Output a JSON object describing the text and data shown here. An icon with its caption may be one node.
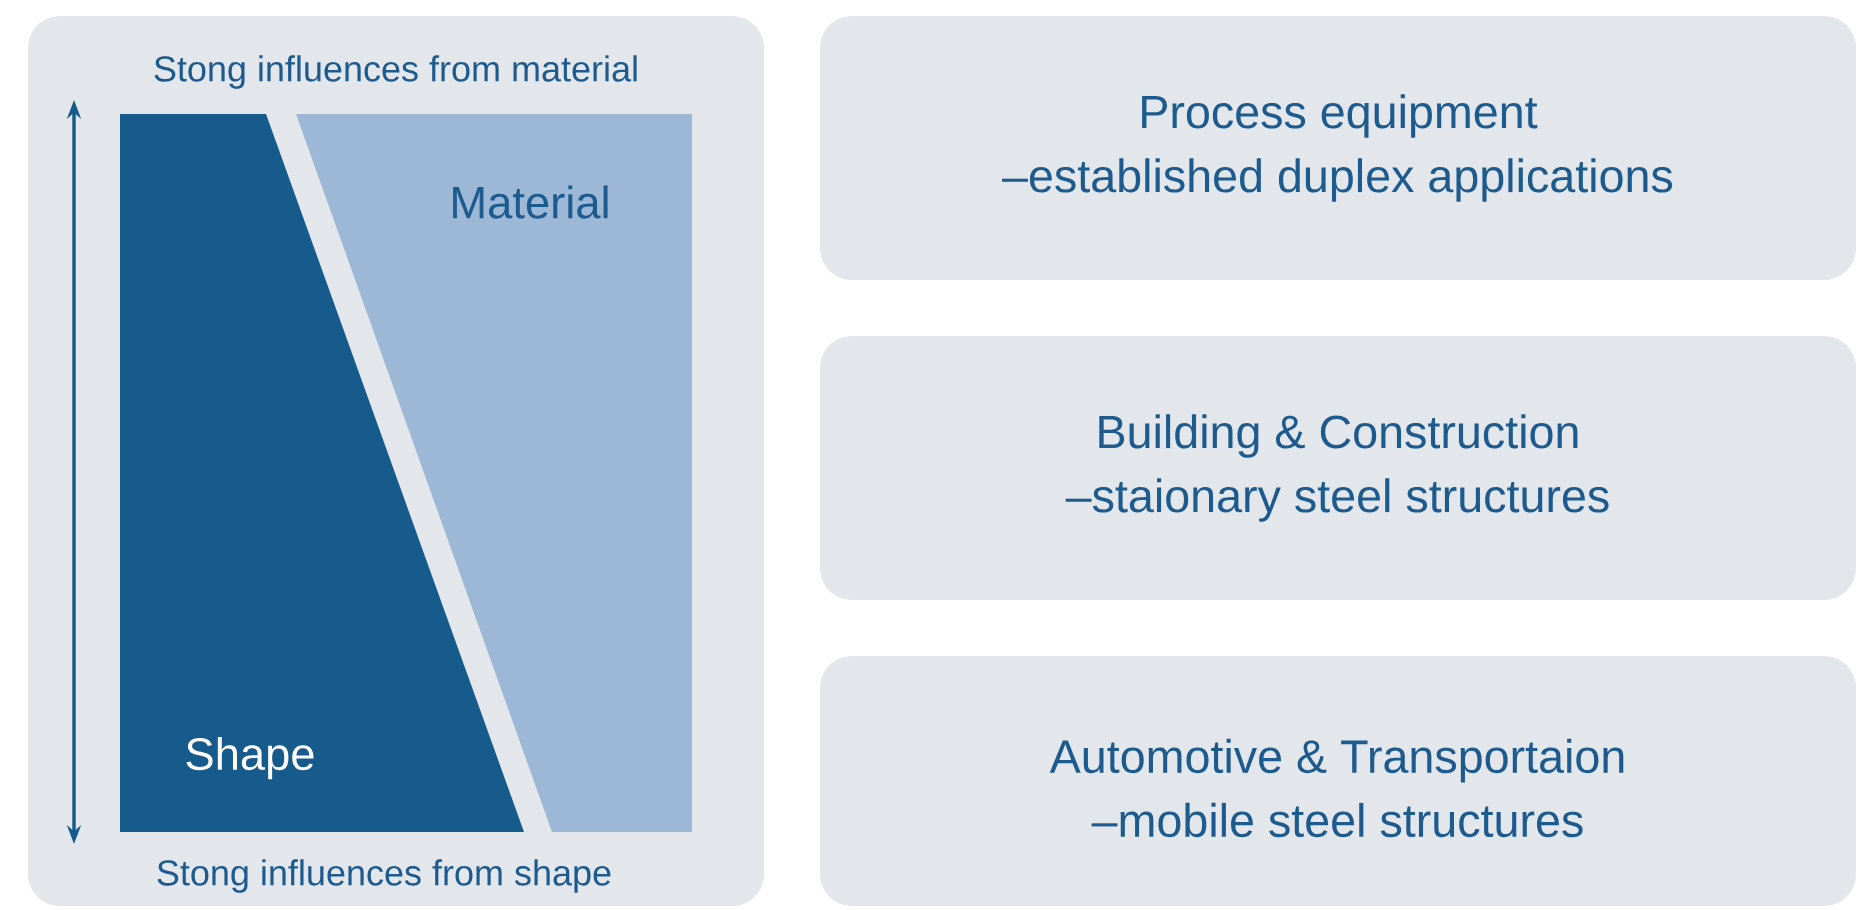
{
  "diagram": {
    "nodes": [
      {
        "text": [
          "Stong influences from material",
          "Stong influences from shape"
        ]
      },
      {
        "text": [
          "Material"
        ],
        "in": 0
      },
      {
        "text": [
          "Shape"
        ],
        "in": 0
      },
      {
        "text": [
          "Process equipment",
          "–established duplex applications"
        ]
      },
      {
        "text": [
          "Building & Construction",
          "–staionary steel structures"
        ]
      },
      {
        "text": [
          "Automotive & Transportaion",
          "–mobile steel structures"
        ]
      }
    ]
  }
}
